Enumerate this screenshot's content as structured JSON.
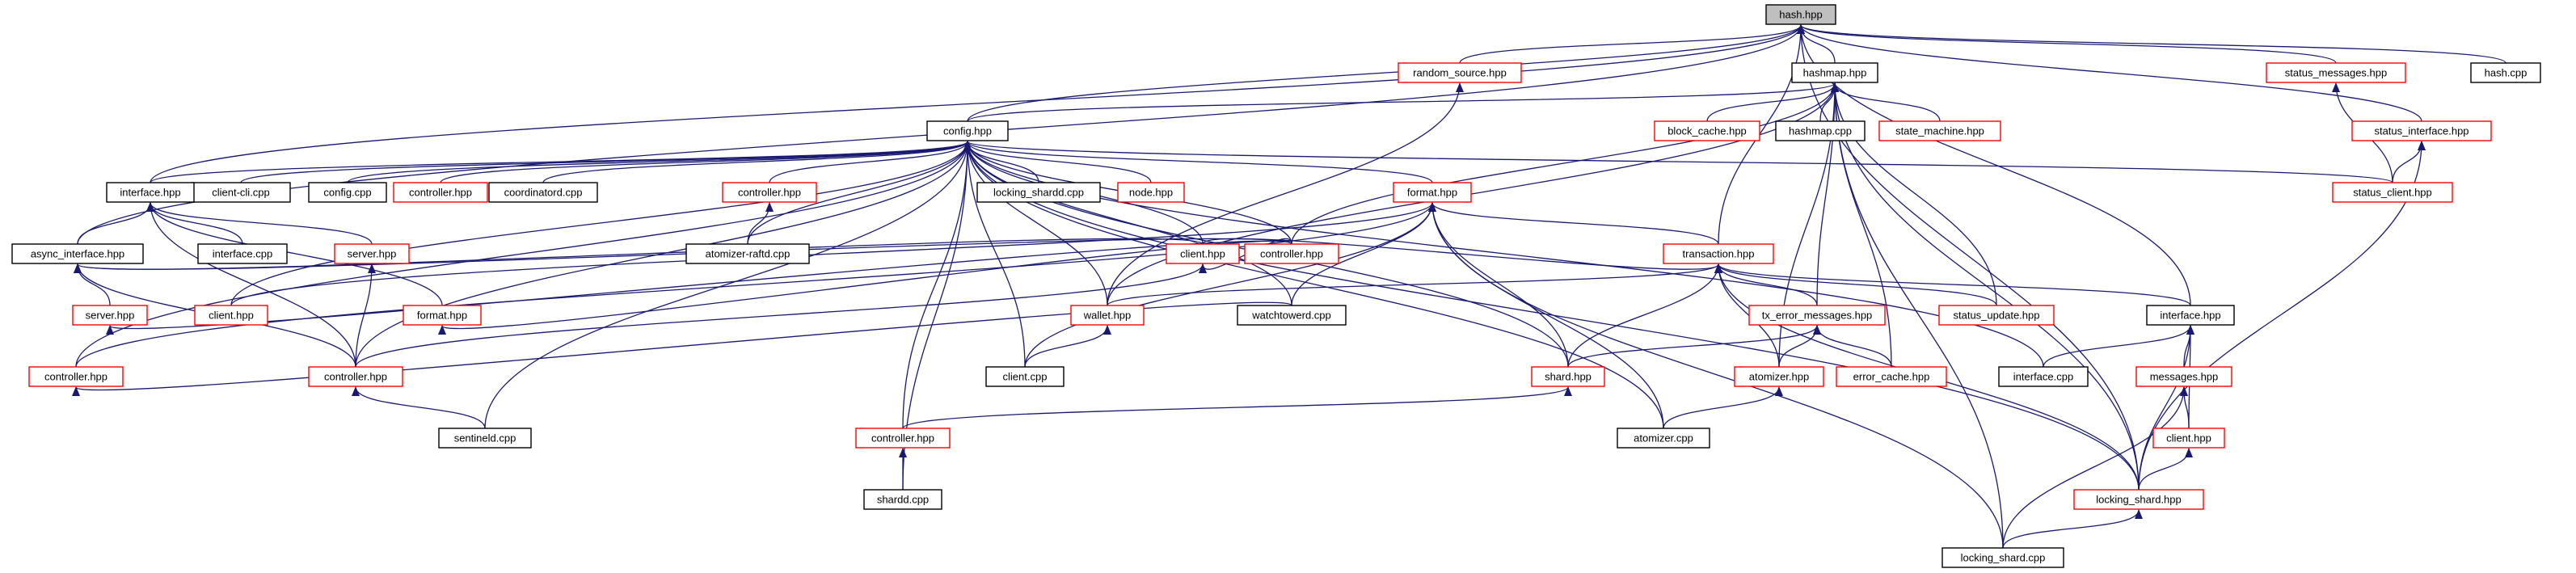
{
  "colors": {
    "edge": "#191970",
    "focus_fill": "#bfbfbf",
    "internal_border": "#ff0000",
    "external_border": "#000000",
    "background": "#ffffff"
  },
  "nodes": [
    {
      "id": "hash_hpp",
      "label": "hash.hpp",
      "kind": "focus"
    },
    {
      "id": "random_source_hpp",
      "label": "random_source.hpp",
      "kind": "internal"
    },
    {
      "id": "hashmap_hpp",
      "label": "hashmap.hpp",
      "kind": "external"
    },
    {
      "id": "status_messages_hpp",
      "label": "status_messages.hpp",
      "kind": "internal"
    },
    {
      "id": "hash_cpp",
      "label": "hash.cpp",
      "kind": "external"
    },
    {
      "id": "config_hpp",
      "label": "config.hpp",
      "kind": "external"
    },
    {
      "id": "block_cache_hpp",
      "label": "block_cache.hpp",
      "kind": "internal"
    },
    {
      "id": "hashmap_cpp",
      "label": "hashmap.cpp",
      "kind": "external"
    },
    {
      "id": "state_machine_hpp",
      "label": "state_machine.hpp",
      "kind": "internal"
    },
    {
      "id": "status_interface_hpp",
      "label": "status_interface.hpp",
      "kind": "internal"
    },
    {
      "id": "client_cli_cpp",
      "label": "client-cli.cpp",
      "kind": "external"
    },
    {
      "id": "config_cpp",
      "label": "config.cpp",
      "kind": "external"
    },
    {
      "id": "controller_hpp_1",
      "label": "controller.hpp",
      "kind": "internal"
    },
    {
      "id": "coordinatord_cpp",
      "label": "coordinatord.cpp",
      "kind": "external"
    },
    {
      "id": "locking_shardd_cpp",
      "label": "locking_shardd.cpp",
      "kind": "external"
    },
    {
      "id": "node_hpp",
      "label": "node.hpp",
      "kind": "internal"
    },
    {
      "id": "status_client_hpp",
      "label": "status_client.hpp",
      "kind": "internal"
    },
    {
      "id": "interface_hpp_1",
      "label": "interface.hpp",
      "kind": "external"
    },
    {
      "id": "controller_hpp_2",
      "label": "controller.hpp",
      "kind": "internal"
    },
    {
      "id": "format_hpp_1",
      "label": "format.hpp",
      "kind": "internal"
    },
    {
      "id": "async_interface_hpp",
      "label": "async_interface.hpp",
      "kind": "external"
    },
    {
      "id": "interface_cpp_1",
      "label": "interface.cpp",
      "kind": "external"
    },
    {
      "id": "server_hpp_1",
      "label": "server.hpp",
      "kind": "internal"
    },
    {
      "id": "atomizer_raftd_cpp",
      "label": "atomizer-raftd.cpp",
      "kind": "external"
    },
    {
      "id": "client_hpp_1",
      "label": "client.hpp",
      "kind": "internal"
    },
    {
      "id": "controller_hpp_3",
      "label": "controller.hpp",
      "kind": "internal"
    },
    {
      "id": "transaction_hpp",
      "label": "transaction.hpp",
      "kind": "internal"
    },
    {
      "id": "server_hpp_2",
      "label": "server.hpp",
      "kind": "internal"
    },
    {
      "id": "client_hpp_2",
      "label": "client.hpp",
      "kind": "internal"
    },
    {
      "id": "format_hpp_2",
      "label": "format.hpp",
      "kind": "internal"
    },
    {
      "id": "wallet_hpp",
      "label": "wallet.hpp",
      "kind": "internal"
    },
    {
      "id": "watchtowerd_cpp",
      "label": "watchtowerd.cpp",
      "kind": "external"
    },
    {
      "id": "tx_error_messages_hpp",
      "label": "tx_error_messages.hpp",
      "kind": "internal"
    },
    {
      "id": "status_update_hpp",
      "label": "status_update.hpp",
      "kind": "internal"
    },
    {
      "id": "interface_hpp_2",
      "label": "interface.hpp",
      "kind": "external"
    },
    {
      "id": "controller_hpp_4",
      "label": "controller.hpp",
      "kind": "internal"
    },
    {
      "id": "controller_hpp_5",
      "label": "controller.hpp",
      "kind": "internal"
    },
    {
      "id": "client_cpp",
      "label": "client.cpp",
      "kind": "external"
    },
    {
      "id": "shard_hpp",
      "label": "shard.hpp",
      "kind": "internal"
    },
    {
      "id": "atomizer_hpp",
      "label": "atomizer.hpp",
      "kind": "internal"
    },
    {
      "id": "error_cache_hpp",
      "label": "error_cache.hpp",
      "kind": "internal"
    },
    {
      "id": "interface_cpp_2",
      "label": "interface.cpp",
      "kind": "external"
    },
    {
      "id": "messages_hpp",
      "label": "messages.hpp",
      "kind": "internal"
    },
    {
      "id": "sentineld_cpp",
      "label": "sentineld.cpp",
      "kind": "external"
    },
    {
      "id": "controller_hpp_6",
      "label": "controller.hpp",
      "kind": "internal"
    },
    {
      "id": "atomizer_cpp",
      "label": "atomizer.cpp",
      "kind": "external"
    },
    {
      "id": "client_hpp_3",
      "label": "client.hpp",
      "kind": "internal"
    },
    {
      "id": "shardd_cpp",
      "label": "shardd.cpp",
      "kind": "external"
    },
    {
      "id": "locking_shard_hpp",
      "label": "locking_shard.hpp",
      "kind": "internal"
    },
    {
      "id": "locking_shard_cpp",
      "label": "locking_shard.cpp",
      "kind": "external"
    }
  ],
  "edges": [
    [
      "random_source_hpp",
      "hash_hpp"
    ],
    [
      "hashmap_hpp",
      "hash_hpp"
    ],
    [
      "status_messages_hpp",
      "hash_hpp"
    ],
    [
      "hash_cpp",
      "hash_hpp"
    ],
    [
      "config_hpp",
      "hash_hpp"
    ],
    [
      "status_interface_hpp",
      "hash_hpp"
    ],
    [
      "interface_hpp_1",
      "hash_hpp"
    ],
    [
      "async_interface_hpp",
      "hash_hpp"
    ],
    [
      "transaction_hpp",
      "hash_hpp"
    ],
    [
      "interface_hpp_2",
      "hash_hpp"
    ],
    [
      "locking_shard_hpp",
      "hash_hpp"
    ],
    [
      "block_cache_hpp",
      "hashmap_hpp"
    ],
    [
      "hashmap_cpp",
      "hashmap_hpp"
    ],
    [
      "state_machine_hpp",
      "hashmap_hpp"
    ],
    [
      "config_hpp",
      "hashmap_hpp"
    ],
    [
      "tx_error_messages_hpp",
      "hashmap_hpp"
    ],
    [
      "status_update_hpp",
      "hashmap_hpp"
    ],
    [
      "atomizer_hpp",
      "hashmap_hpp"
    ],
    [
      "error_cache_hpp",
      "hashmap_hpp"
    ],
    [
      "locking_shard_hpp",
      "hashmap_hpp"
    ],
    [
      "locking_shard_cpp",
      "hashmap_hpp"
    ],
    [
      "wallet_hpp",
      "hashmap_hpp"
    ],
    [
      "controller_hpp_3",
      "hashmap_hpp"
    ],
    [
      "wallet_hpp",
      "random_source_hpp"
    ],
    [
      "status_client_hpp",
      "status_messages_hpp"
    ],
    [
      "status_client_hpp",
      "status_interface_hpp"
    ],
    [
      "locking_shard_hpp",
      "status_interface_hpp"
    ],
    [
      "client_cli_cpp",
      "config_hpp"
    ],
    [
      "config_cpp",
      "config_hpp"
    ],
    [
      "controller_hpp_1",
      "config_hpp"
    ],
    [
      "coordinatord_cpp",
      "config_hpp"
    ],
    [
      "locking_shardd_cpp",
      "config_hpp"
    ],
    [
      "node_hpp",
      "config_hpp"
    ],
    [
      "status_client_hpp",
      "config_hpp"
    ],
    [
      "interface_hpp_1",
      "config_hpp"
    ],
    [
      "controller_hpp_2",
      "config_hpp"
    ],
    [
      "format_hpp_1",
      "config_hpp"
    ],
    [
      "atomizer_raftd_cpp",
      "config_hpp"
    ],
    [
      "client_hpp_2",
      "config_hpp"
    ],
    [
      "controller_hpp_4",
      "config_hpp"
    ],
    [
      "wallet_hpp",
      "config_hpp"
    ],
    [
      "watchtowerd_cpp",
      "config_hpp"
    ],
    [
      "client_cpp",
      "config_hpp"
    ],
    [
      "shard_hpp",
      "config_hpp"
    ],
    [
      "sentineld_cpp",
      "config_hpp"
    ],
    [
      "controller_hpp_6",
      "config_hpp"
    ],
    [
      "atomizer_cpp",
      "config_hpp"
    ],
    [
      "shardd_cpp",
      "config_hpp"
    ],
    [
      "controller_hpp_3",
      "config_hpp"
    ],
    [
      "controller_hpp_5",
      "config_hpp"
    ],
    [
      "client_hpp_1",
      "config_hpp"
    ],
    [
      "interface_cpp_2",
      "config_hpp"
    ],
    [
      "locking_shard_hpp",
      "config_hpp"
    ],
    [
      "async_interface_hpp",
      "interface_hpp_1"
    ],
    [
      "interface_cpp_1",
      "interface_hpp_1"
    ],
    [
      "server_hpp_1",
      "interface_hpp_1"
    ],
    [
      "format_hpp_2",
      "interface_hpp_1"
    ],
    [
      "controller_hpp_5",
      "interface_hpp_1"
    ],
    [
      "atomizer_raftd_cpp",
      "controller_hpp_2"
    ],
    [
      "client_hpp_2",
      "format_hpp_1"
    ],
    [
      "controller_hpp_4",
      "format_hpp_1"
    ],
    [
      "transaction_hpp",
      "format_hpp_1"
    ],
    [
      "watchtowerd_cpp",
      "format_hpp_1"
    ],
    [
      "client_cpp",
      "format_hpp_1"
    ],
    [
      "shard_hpp",
      "format_hpp_1"
    ],
    [
      "atomizer_cpp",
      "format_hpp_1"
    ],
    [
      "locking_shard_cpp",
      "format_hpp_1"
    ],
    [
      "server_hpp_2",
      "async_interface_hpp"
    ],
    [
      "client_hpp_1",
      "async_interface_hpp"
    ],
    [
      "controller_hpp_3",
      "async_interface_hpp"
    ],
    [
      "controller_hpp_5",
      "async_interface_hpp"
    ],
    [
      "controller_hpp_5",
      "server_hpp_1"
    ],
    [
      "controller_hpp_3",
      "client_hpp_1"
    ],
    [
      "controller_hpp_5",
      "client_hpp_1"
    ],
    [
      "controller_hpp_3",
      "server_hpp_2"
    ],
    [
      "watchtowerd_cpp",
      "controller_hpp_4"
    ],
    [
      "client_hpp_1",
      "transaction_hpp"
    ],
    [
      "wallet_hpp",
      "transaction_hpp"
    ],
    [
      "tx_error_messages_hpp",
      "transaction_hpp"
    ],
    [
      "status_update_hpp",
      "transaction_hpp"
    ],
    [
      "interface_hpp_2",
      "transaction_hpp"
    ],
    [
      "shard_hpp",
      "transaction_hpp"
    ],
    [
      "atomizer_hpp",
      "transaction_hpp"
    ],
    [
      "locking_shard_hpp",
      "transaction_hpp"
    ],
    [
      "controller_hpp_3",
      "format_hpp_2"
    ],
    [
      "client_cpp",
      "wallet_hpp"
    ],
    [
      "shard_hpp",
      "tx_error_messages_hpp"
    ],
    [
      "atomizer_hpp",
      "tx_error_messages_hpp"
    ],
    [
      "error_cache_hpp",
      "tx_error_messages_hpp"
    ],
    [
      "messages_hpp",
      "interface_hpp_2"
    ],
    [
      "client_hpp_3",
      "interface_hpp_2"
    ],
    [
      "locking_shard_hpp",
      "interface_hpp_2"
    ],
    [
      "interface_cpp_2",
      "interface_hpp_2"
    ],
    [
      "sentineld_cpp",
      "controller_hpp_5"
    ],
    [
      "controller_hpp_6",
      "shard_hpp"
    ],
    [
      "atomizer_cpp",
      "atomizer_hpp"
    ],
    [
      "client_hpp_3",
      "messages_hpp"
    ],
    [
      "locking_shard_cpp",
      "messages_hpp"
    ],
    [
      "shardd_cpp",
      "controller_hpp_6"
    ],
    [
      "locking_shard_hpp",
      "client_hpp_3"
    ],
    [
      "locking_shard_cpp",
      "locking_shard_hpp"
    ]
  ]
}
